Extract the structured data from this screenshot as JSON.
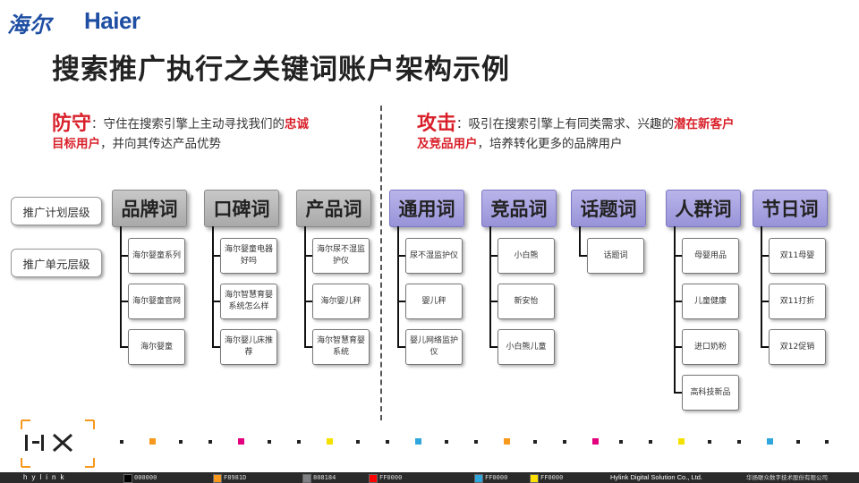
{
  "logo": {
    "cn": "海尔",
    "en": "Haier"
  },
  "title": "搜索推广执行之关键词账户架构示例",
  "defense": {
    "head": "防守",
    "text1": "：守住在搜索引擎上主动寻找我们的",
    "hl1": "忠诚",
    "hl2": "目标用户",
    "text2": "，并向其传达产品优势"
  },
  "offense": {
    "head": "攻击",
    "text1": "：吸引在搜索引擎上有同类需求、兴趣的",
    "hl1": "潜在新客户",
    "hl2": "及竞品用户",
    "text2": "，培养转化更多的品牌用户"
  },
  "levels": {
    "plan": "推广计划层级",
    "unit": "推广单元层级"
  },
  "groups": [
    {
      "label": "品牌词",
      "style": "gray",
      "items": [
        "海尔婴童系列",
        "海尔婴童官网",
        "海尔婴童"
      ]
    },
    {
      "label": "口碑词",
      "style": "gray",
      "items": [
        "海尔婴童电器好吗",
        "海尔智慧育婴系统怎么样",
        "海尔婴儿床推荐"
      ]
    },
    {
      "label": "产品词",
      "style": "gray",
      "items": [
        "海尔尿不湿监护仪",
        "海尔婴儿秤",
        "海尔智慧育婴系统"
      ]
    },
    {
      "label": "通用词",
      "style": "purple",
      "items": [
        "尿不湿监护仪",
        "婴儿秤",
        "婴儿网络监护仪"
      ]
    },
    {
      "label": "竞品词",
      "style": "purple",
      "items": [
        "小白熊",
        "新安怡",
        "小白熊儿童"
      ]
    },
    {
      "label": "话题词",
      "style": "purple",
      "items": [
        "话题词"
      ]
    },
    {
      "label": "人群词",
      "style": "purple",
      "items": [
        "母婴用品",
        "儿童健康",
        "进口奶粉",
        "高科技新品"
      ]
    },
    {
      "label": "节日词",
      "style": "purple",
      "items": [
        "双11母婴",
        "双11打折",
        "双12促销"
      ]
    }
  ],
  "footer": {
    "brand": "hylink",
    "swatches": [
      {
        "code": "000000",
        "color": "#000000"
      },
      {
        "code": "F8981D",
        "color": "#F8981D"
      },
      {
        "code": "808184",
        "color": "#808184"
      },
      {
        "code": "FF0000",
        "color": "#FF0000"
      },
      {
        "code": "FF0000",
        "color": "#2FA7DD"
      },
      {
        "code": "FF0000",
        "color": "#FFE000"
      }
    ],
    "company_en": "Hylink Digital Solution Co., Ltd.",
    "company_cn": "华扬联众数字技术股份有限公司"
  },
  "dot_colors": [
    "#f8981d",
    "#e3007f",
    "#f5e100",
    "#2fa7dd"
  ]
}
